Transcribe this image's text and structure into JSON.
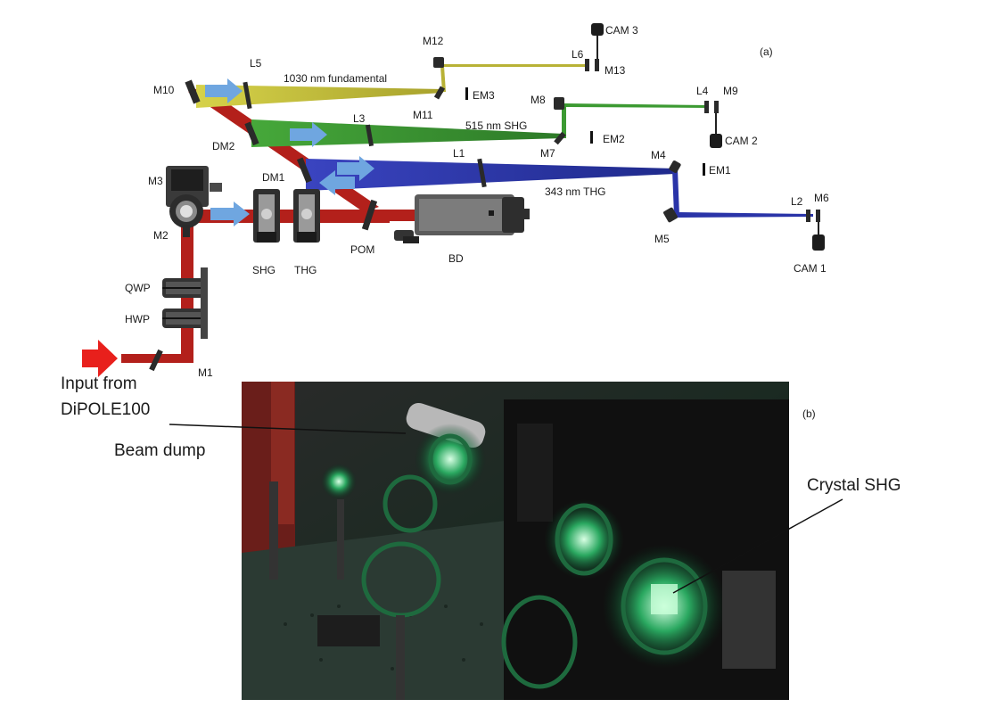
{
  "panel_a": {
    "tag": "(a)",
    "mirrors": [
      "M1",
      "M2",
      "M3",
      "M4",
      "M5",
      "M6",
      "M7",
      "M8",
      "M9",
      "M10",
      "M11",
      "M12",
      "M13"
    ],
    "lenses": [
      "L1",
      "L2",
      "L3",
      "L4",
      "L5",
      "L6"
    ],
    "dichroics": [
      "DM1",
      "DM2"
    ],
    "energy_meters": [
      "EM1",
      "EM2",
      "EM3"
    ],
    "cameras": [
      "CAM 1",
      "CAM 2",
      "CAM 3"
    ],
    "components": {
      "qwp": "QWP",
      "hwp": "HWP",
      "shg": "SHG",
      "thg": "THG",
      "pom": "POM",
      "bd": "BD"
    },
    "beams": {
      "fundamental": "1030 nm fundamental",
      "shg": "515 nm SHG",
      "thg": "343 nm THG"
    },
    "colors": {
      "fundamental_red": "#b3201b",
      "yellow": "#c8c83c",
      "green": "#3c9a32",
      "blue": "#2a34a8",
      "arrow_blue": "#6fa6e0",
      "input_arrow": "#e8201c"
    }
  },
  "panel_b": {
    "tag": "(b)",
    "input_label_line1": "Input from",
    "input_label_line2": "DiPOLE100",
    "beam_dump": "Beam dump",
    "crystal_shg": "Crystal SHG"
  }
}
